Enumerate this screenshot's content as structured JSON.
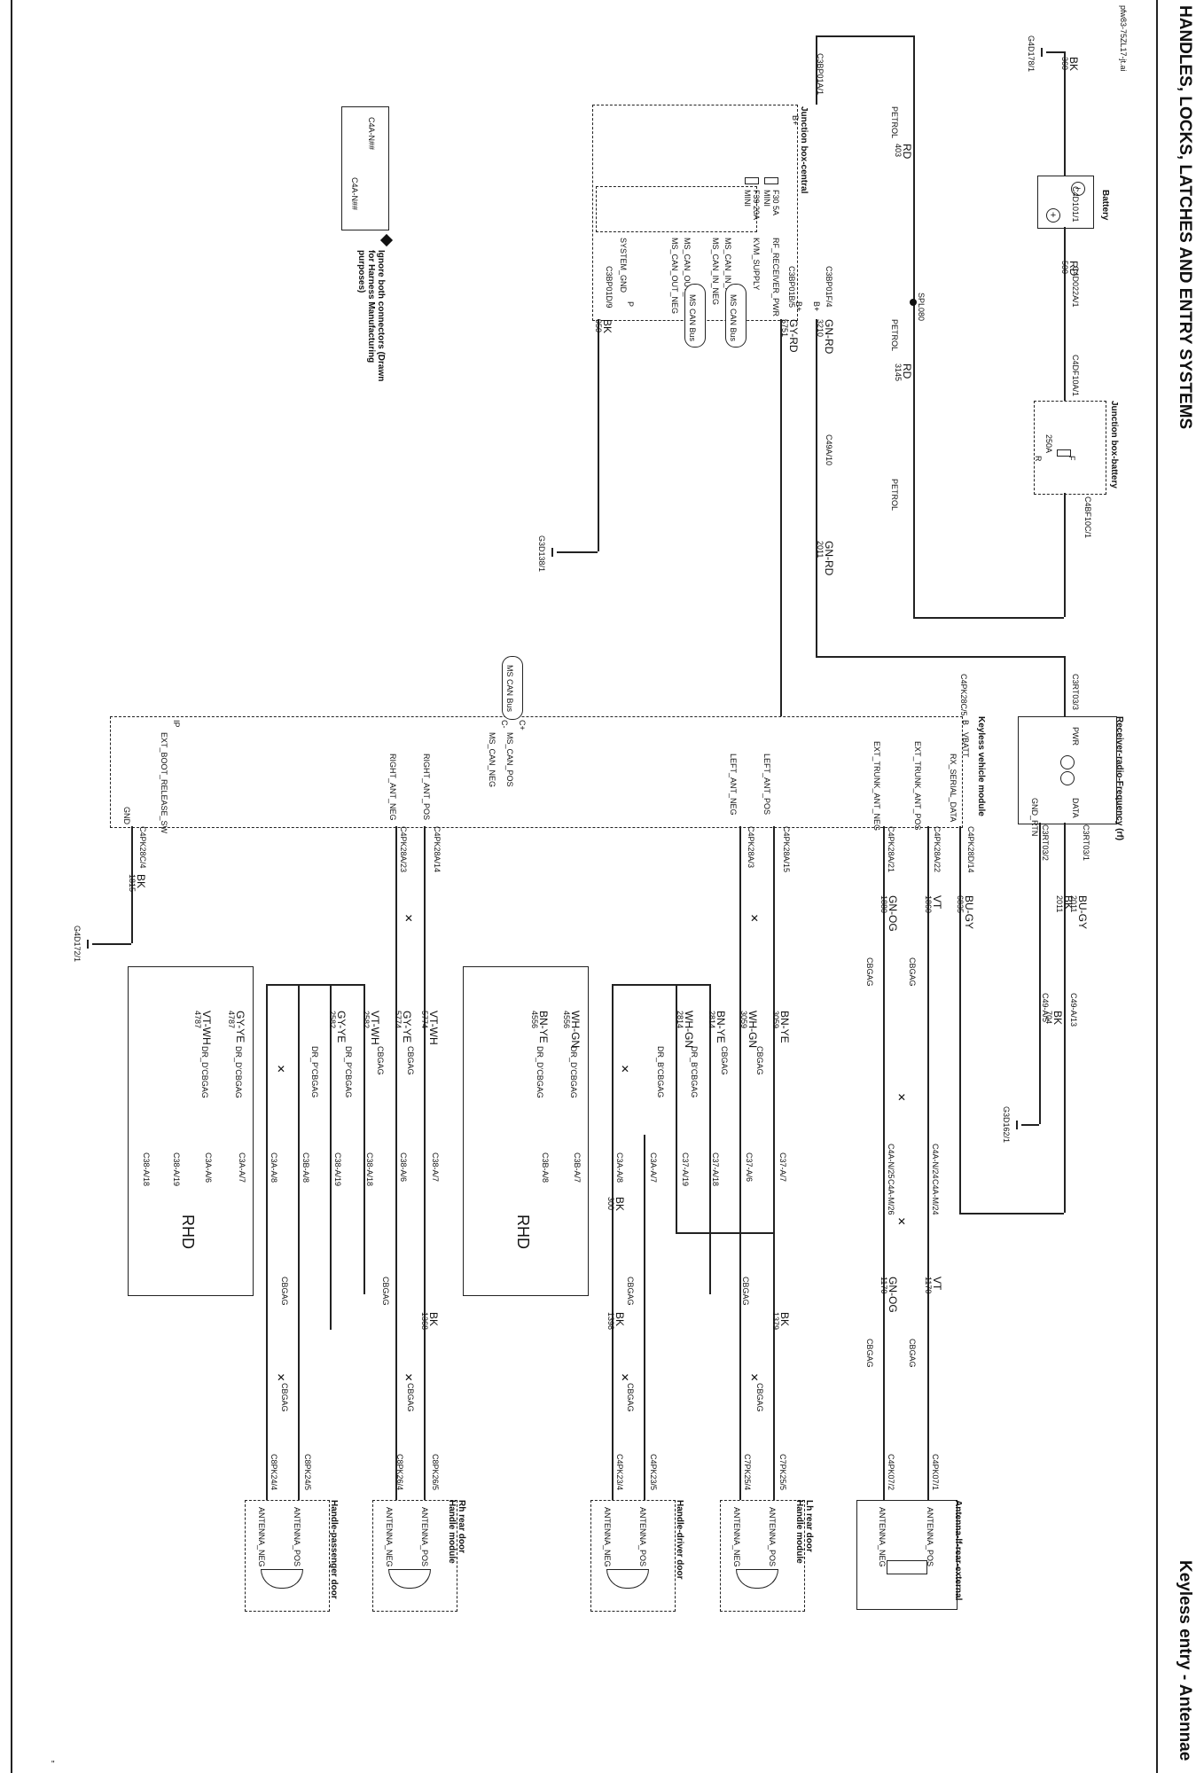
{
  "page": {
    "title": "HANDLES, LOCKS, LATCHES AND ENTRY SYSTEMS",
    "subtitle": "Keyless entry - Antennae",
    "code": "pfw83-75ZL17-jt.ai",
    "footer": "\""
  },
  "legend": {
    "connector_a": "C4A-N##",
    "connector_b": "C4A-N##",
    "note": "Ignore both connectors (Drawn for Harness Manufacturing purposes)"
  },
  "components": {
    "battery": "Battery",
    "jb_battery": "Junction box-battery",
    "jb_central": "Junction box-central",
    "receiver": "Receiver-radio-Frequency (rf)",
    "kvm": "Keyless vehicle module",
    "ant_rear": "Antenna-lf-rear-external",
    "lh_rear": "Lh rear door Handle module",
    "driver": "Handle-driver door",
    "rh_rear": "Rh rear door Handle module",
    "passenger": "Handle-passenger door",
    "rhd_1": "RHD",
    "rhd_2": "RHD"
  },
  "ground_labels": [
    "G4D178/1",
    "G3D138/1",
    "G3D162/1",
    "G4D172/1"
  ],
  "connector_labels": [
    "C3BP01A/1",
    "C4D101/1",
    "C4D022A/1",
    "C4DF10A/1",
    "C4BF10C/1",
    "SPL080",
    "C3BP01F/4",
    "C3BP01B/5",
    "C3BP01D/9",
    "C49A/10",
    "C3RT03/3",
    "C3RT03/1",
    "C3RT03/2",
    "C4PK28C/5",
    "C4PK28D/14",
    "C4PK28A/22",
    "C4PK28A/21",
    "C4PK28A/15",
    "C4PK28A/3",
    "C4PK28A/14",
    "C4PK28A/23",
    "C4PK28C/4",
    "C49-A/13",
    "C49-A/5",
    "C4A-N/24",
    "C4A-N/25",
    "C4A-M/24",
    "C4A-M/26",
    "C4PK07/1",
    "C4PK07/2",
    "C7PK25/5",
    "C7PK25/4",
    "C4PK23/5",
    "C4PK23/4",
    "C8PK26/5",
    "C8PK26/4",
    "C8PK24/5",
    "C8PK24/4",
    "C37-A/7",
    "C37-A/6",
    "C37-A/18",
    "C37-A/19",
    "C3A-A/7",
    "C3A-A/8",
    "C3B-A/7",
    "C3B-A/8",
    "C38-A/7",
    "C38-A/6",
    "C38-A/18",
    "C38-A/19",
    "C3B-A/8",
    "C3A-A/8",
    "C3A-A/7",
    "C3A-A/6",
    "C38-A/19",
    "C38-A/18"
  ],
  "wires": [
    {
      "color": "BK",
      "circuit": "360"
    },
    {
      "color": "RD",
      "circuit": "403",
      "spec": "PETROL"
    },
    {
      "color": "RD",
      "circuit": "500",
      "spec": "PETROL"
    },
    {
      "color": "RD",
      "circuit": "3145",
      "spec": "PETROL"
    },
    {
      "color": "GN-RD",
      "circuit": "3210"
    },
    {
      "color": "GN-RD",
      "circuit": "2011"
    },
    {
      "color": "GY-RD",
      "circuit": "5751"
    },
    {
      "color": "BK",
      "circuit": "950"
    },
    {
      "color": "BU-GY",
      "circuit": "6835"
    },
    {
      "color": "VT",
      "circuit": "1860"
    },
    {
      "color": "GN-OG",
      "circuit": "1880"
    },
    {
      "color": "BK",
      "circuit": "2011"
    },
    {
      "color": "BU-GY",
      "circuit": "2011"
    },
    {
      "color": "BK",
      "circuit": "704"
    },
    {
      "color": "BK",
      "circuit": "1815"
    },
    {
      "color": "VT",
      "circuit": "1170"
    },
    {
      "color": "GN-OG",
      "circuit": "1170"
    },
    {
      "color": "BN-YE",
      "circuit": "3059"
    },
    {
      "color": "WH-GN",
      "circuit": "3059"
    },
    {
      "color": "BN-YE",
      "circuit": "2814"
    },
    {
      "color": "WH-GN",
      "circuit": "2814"
    },
    {
      "color": "BK",
      "circuit": "300"
    },
    {
      "color": "BK",
      "circuit": "1379"
    },
    {
      "color": "BK",
      "circuit": "1398"
    },
    {
      "color": "VT-WH",
      "circuit": "5774"
    },
    {
      "color": "GY-YE",
      "circuit": "5774"
    },
    {
      "color": "VT-WH",
      "circuit": "2582"
    },
    {
      "color": "GY-YE",
      "circuit": "2582"
    },
    {
      "color": "BK",
      "circuit": "1368"
    },
    {
      "color": "WH-GN",
      "circuit": "4556"
    },
    {
      "color": "BN-YE",
      "circuit": "4556"
    },
    {
      "color": "GY-YE",
      "circuit": "4787"
    },
    {
      "color": "VT-WH",
      "circuit": "4787"
    }
  ],
  "pins": {
    "jbc": [
      "B+",
      "F30 5A MINI",
      "F39 20A MINI",
      "RF_RECEIVER_PWR",
      "KVM_SUPPLY",
      "MS_CAN_IN_POS",
      "MS_CAN_IN_NEG",
      "MS_CAN_OUT_POS",
      "MS_CAN_OUT_NEG",
      "SYSTEM_GND",
      "C+",
      "C-",
      "C+",
      "C-",
      "B+",
      "B+",
      "P",
      "P"
    ],
    "jbb": [
      "250A",
      "F",
      "R"
    ],
    "rx": [
      "PWR",
      "DATA",
      "GND_RTN"
    ],
    "kvm": [
      "VBATT",
      "RX_SERIAL_DATA",
      "EXT_TRUNK_ANT_POS",
      "EXT_TRUNK_ANT_NEG",
      "LEFT_ANT_POS",
      "LEFT_ANT_NEG",
      "RIGHT_ANT_POS",
      "RIGHT_ANT_NEG",
      "MS_CAN_POS",
      "MS_CAN_NEG",
      "EXT_BOOT_RELEASE_SW",
      "GND",
      "B",
      "C+",
      "C-",
      "IP",
      "P",
      "P",
      "P",
      "P",
      "P",
      "P",
      "P",
      "P"
    ],
    "ant": [
      "ANTENNA_POS",
      "ANTENNA_NEG"
    ],
    "spec_codes": [
      "CBGAG",
      "DR_D'CBGAG",
      "DR_P'CBGAG",
      "DR_B'CBGAG",
      "DR_C'CBGAG"
    ],
    "bus": [
      "MS CAN Bus",
      "MS CAN Bus",
      "MS CAN Bus"
    ]
  }
}
